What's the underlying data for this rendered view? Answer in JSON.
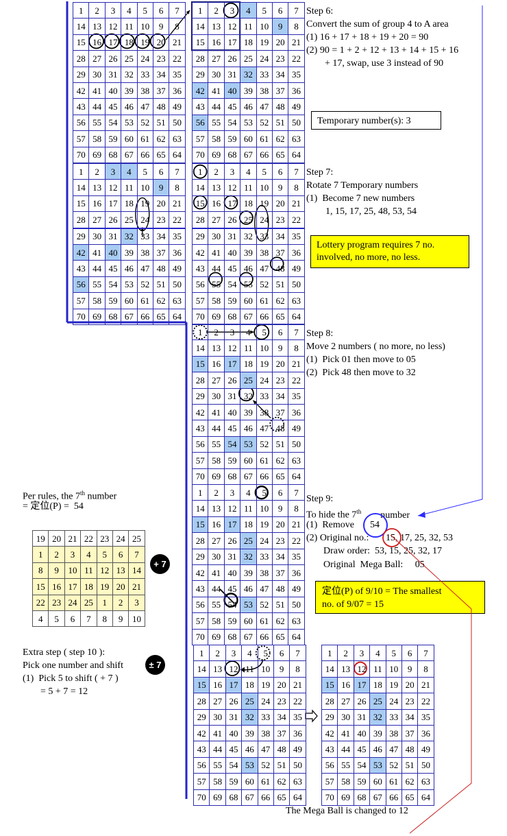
{
  "boards": {
    "std": [
      [
        1,
        2,
        3,
        4,
        5,
        6,
        7
      ],
      [
        14,
        13,
        12,
        11,
        10,
        9,
        8
      ],
      [
        15,
        16,
        17,
        18,
        19,
        20,
        21
      ],
      [
        28,
        27,
        26,
        25,
        24,
        23,
        22
      ],
      [
        29,
        30,
        31,
        32,
        33,
        34,
        35
      ],
      [
        42,
        41,
        40,
        39,
        38,
        37,
        36
      ],
      [
        43,
        44,
        45,
        46,
        47,
        48,
        49
      ],
      [
        56,
        55,
        54,
        53,
        52,
        51,
        50
      ],
      [
        57,
        58,
        59,
        60,
        61,
        62,
        63
      ],
      [
        70,
        69,
        68,
        67,
        66,
        65,
        64
      ]
    ],
    "pos": [
      [
        19,
        20,
        21,
        22,
        23,
        24,
        25
      ],
      [
        1,
        2,
        3,
        4,
        5,
        6,
        7
      ],
      [
        8,
        9,
        10,
        11,
        12,
        13,
        14
      ],
      [
        15,
        16,
        17,
        18,
        19,
        20,
        21
      ],
      [
        22,
        23,
        24,
        25,
        1,
        2,
        3
      ],
      [
        4,
        5,
        6,
        7,
        8,
        9,
        10
      ]
    ]
  },
  "step6": {
    "title": "Step 6:",
    "line1": "Convert the sum of group 4 to A area",
    "line2": "(1) 16 + 17 + 18 + 19 + 20 = 90",
    "line3": "(2) 90 = 1 + 2 + 12 + 13 + 14 + 15 + 16",
    "line4": "+ 17, swap, use 3 instead of 90",
    "temp_label": "Temporary number(s):  3"
  },
  "step7": {
    "title": "Step 7:",
    "line1": "Rotate 7 Temporary numbers",
    "line2": "(1)  Become 7 new numbers",
    "line3": "1, 15, 17, 25, 48, 53, 54",
    "note1": "Lottery program requires 7 no.",
    "note2": "involved, no more, no less."
  },
  "step8": {
    "title": "Step 8:",
    "line1": "Move 2 numbers ( no more, no less)",
    "line2": "(1)  Pick 01 then move to 05",
    "line3": "(2)  Pick 48 then move to 32"
  },
  "step9": {
    "title": "Step 9:",
    "line1": "To hide the 7",
    "line1_sup": "th",
    "line1_end": "number",
    "remove_label": "(1)  Remove",
    "remove_num": "54",
    "orig_label": "(2) Original no.:",
    "orig_nums": "15, 17, 25, 32, 53",
    "draw_order": "Draw order:  53, 15, 25, 32, 17",
    "mega": "Original  Mega Ball:     05",
    "note1": "定位(P) of 9/10 = The smallest",
    "note2": "no. of 9/07 = 15"
  },
  "rules": {
    "line1": "Per rules, the 7",
    "line1_sup": "th",
    "line1_end": " number",
    "line2": "= 定位(P) =  54",
    "badge": "+ 7"
  },
  "step10": {
    "line1": "Extra step ( step 10 ):",
    "line2": "Pick one number and shift",
    "badge": "± 7",
    "line3": "(1)  Pick 5 to shift ( + 7 )",
    "line4": "= 5 + 7 = 12"
  },
  "footer": "The Mega Ball is changed to 12",
  "colors": {
    "grid_line": "#2b2bb0",
    "highlight": "#a9ccf2",
    "note_bg": "#ffff00",
    "position_board_bg": "#fff9c4",
    "main_line": "#2525c8",
    "red": "#cc1f1f"
  }
}
